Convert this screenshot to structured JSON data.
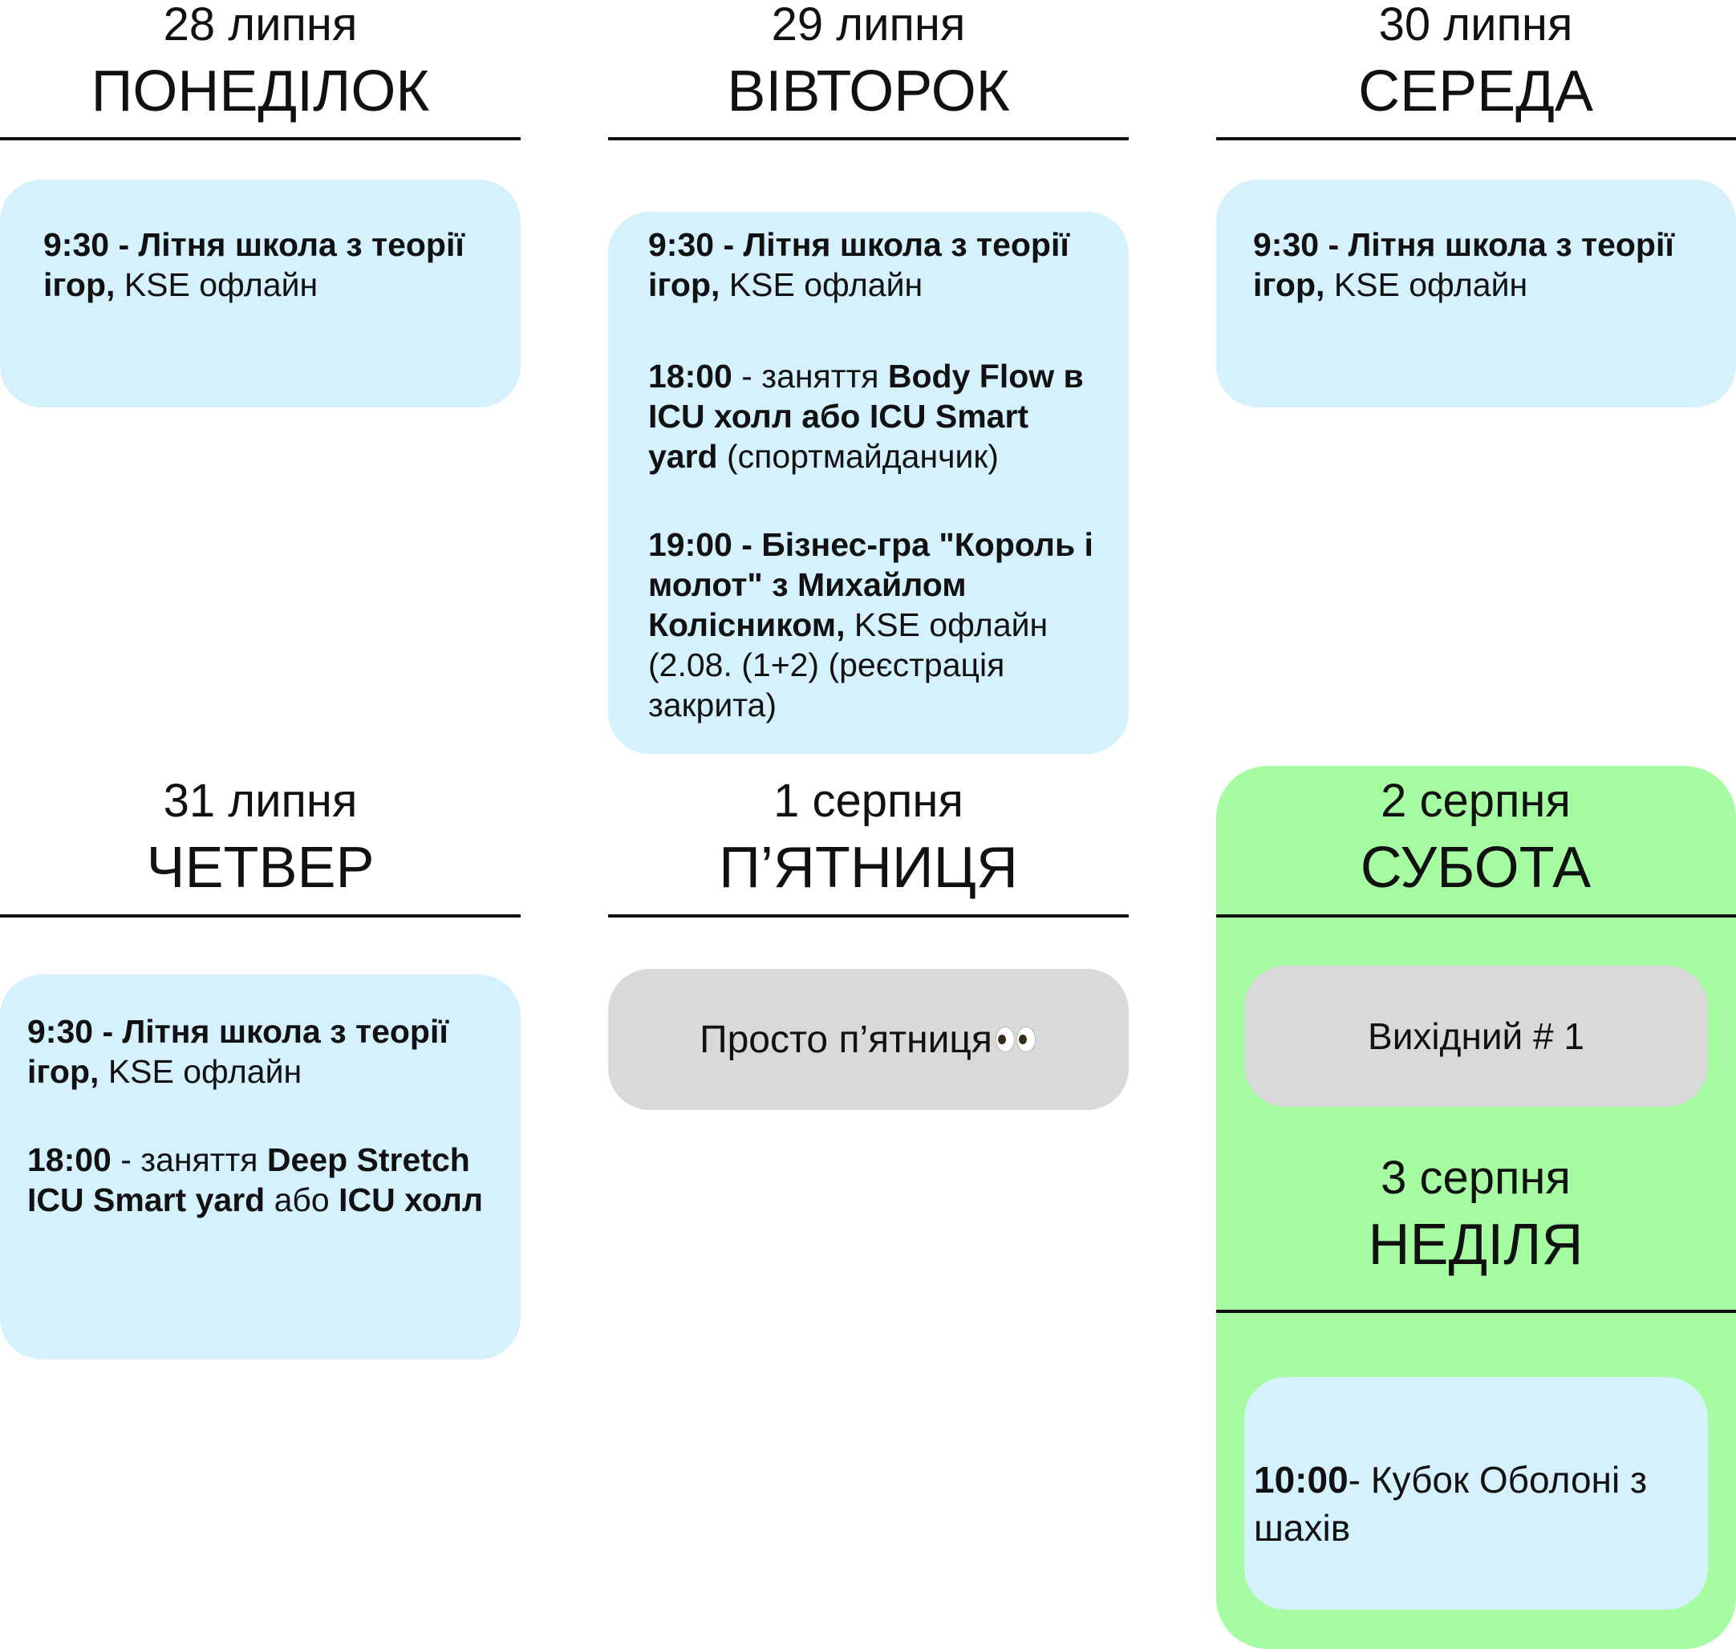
{
  "days": [
    {
      "date": "28 липня",
      "day": "ПОНЕДІЛОК"
    },
    {
      "date": "29 липня",
      "day": "ВІВТОРОК"
    },
    {
      "date": "30 липня",
      "day": "СЕРЕДА"
    },
    {
      "date": "31 липня",
      "day": "ЧЕТВЕР"
    },
    {
      "date": "1 серпня",
      "day": "П’ЯТНИЦЯ"
    },
    {
      "date": "2 серпня",
      "day": "СУБОТА"
    },
    {
      "date": "3 серпня",
      "day": "НЕДІЛЯ"
    }
  ],
  "events": {
    "mon_1": {
      "bold": "9:30 - Літня школа з теорії ігор,",
      "rest": " KSE офлайн"
    },
    "tue_1": {
      "bold": "9:30 - Літня школа з теорії ігор,",
      "rest": " KSE офлайн"
    },
    "tue_2": {
      "p1": "18:00",
      "p2": " - заняття ",
      "p3": "Body Flow в ICU холл або ICU Smart yard",
      "p4": "  (спортмайданчик)"
    },
    "tue_3": {
      "bold": "19:00 - Бізнес-гра \"Король і молот\" з Михайлом Колісником,",
      "rest": " KSE офлайн (2.08. (1+2) (реєстрація закрита)"
    },
    "wed_1": {
      "bold": "9:30 - Літня школа з теорії ігор,",
      "rest": " KSE офлайн"
    },
    "thu_1": {
      "bold": "9:30 - Літня школа з теорії ігор,",
      "rest": " KSE офлайн"
    },
    "thu_2": {
      "p1": "18:00",
      "p2": " - заняття ",
      "p3": "Deep Stretch ICU Smart yard",
      "p4": " або ",
      "p5": "ICU холл"
    },
    "fri_1": {
      "text": "Просто п’ятниця"
    },
    "sat_1": {
      "text": "Вихідний # 1"
    },
    "sun_1": {
      "bold": "10:00",
      "rest": "- Кубок Оболоні з шахів"
    }
  },
  "colors": {
    "event_card": "#d4f1fd",
    "free_card": "#d9d9d9",
    "weekend_panel": "#a5fca1"
  }
}
